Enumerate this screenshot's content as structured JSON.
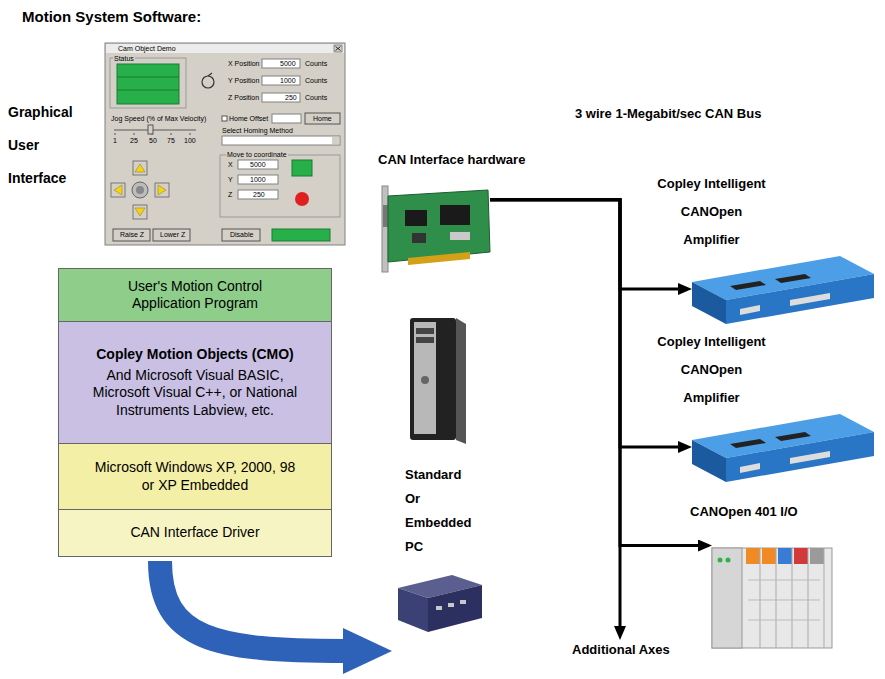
{
  "diagram": {
    "title": "Motion System Software:",
    "nodes": [
      {
        "text": [
          "User's Motion Control Application Program"
        ]
      },
      {
        "text": [
          "Copley Motion Objects (CMO)",
          "And Microsoft Visual BASIC, Microsoft Visual C++, or National Instruments Labview, etc."
        ]
      },
      {
        "text": [
          "Microsoft Windows XP, 2000, 98 or XP Embedded"
        ]
      },
      {
        "text": [
          "CAN Interface Driver"
        ]
      },
      {
        "text": [
          "CAN Interface hardware"
        ]
      },
      {
        "text": [
          "Copley Intelligent CANOpen Amplifier"
        ]
      },
      {
        "text": [
          "Copley Intelligent CANOpen Amplifier"
        ]
      },
      {
        "text": [
          "CANOpen 401 I/O"
        ]
      },
      {
        "text": [
          "Additional Axes"
        ]
      }
    ],
    "edges": [
      {
        "from": 4,
        "to": 5,
        "arrow": "to"
      },
      {
        "from": 4,
        "to": 6,
        "arrow": "to"
      },
      {
        "from": 4,
        "to": 7,
        "arrow": "to"
      },
      {
        "from": 4,
        "to": 8,
        "arrow": "to"
      }
    ],
    "labels": [
      "Graphical User Interface",
      "Standard Or Embedded PC",
      "3 wire 1-Megabit/sec CAN Bus",
      "Cam Object Demo",
      "Status",
      "X Position",
      "5000",
      "Counts",
      "Y Position",
      "1000",
      "Counts",
      "Z Position",
      "250",
      "Counts",
      "Jog Speed (% of Max Velocity)",
      "Home Offset",
      "Home",
      "1",
      "25",
      "50",
      "75",
      "100",
      "Select Homing Method",
      "Move to coordinate",
      "X",
      "5000",
      "Y",
      "1000",
      "Z",
      "250",
      "Raise Z",
      "Lower Z",
      "Disable"
    ]
  }
}
